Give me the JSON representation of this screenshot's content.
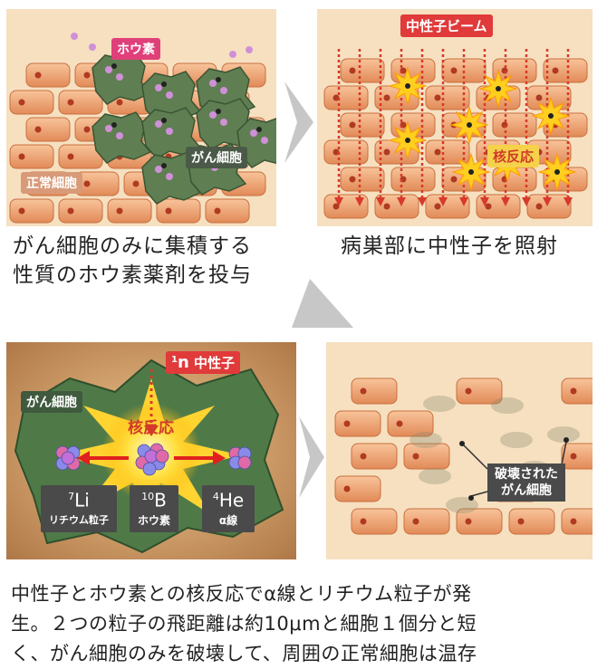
{
  "panel1": {
    "boron_label": "ホウ素",
    "cancer_label": "がん細胞",
    "normal_label": "正常細胞"
  },
  "panel2": {
    "beam_label": "中性子ビーム",
    "reaction_label": "核反応"
  },
  "panel3": {
    "neutron_label_sup": "1",
    "neutron_label_n": "n",
    "neutron_label_text": "中性子",
    "cancer_label": "がん細胞",
    "reaction_label": "核反応",
    "li_sup": "7",
    "li_symbol": "Li",
    "li_name": "リチウム粒子",
    "b_sup": "10",
    "b_symbol": "B",
    "b_name": "ホウ素",
    "he_sup": "4",
    "he_symbol": "He",
    "he_name": "α線"
  },
  "panel4": {
    "destroyed_line1": "破壊された",
    "destroyed_line2": "がん細胞"
  },
  "captions": {
    "step1_line1": "がん細胞のみに集積する",
    "step1_line2": "性質のホウ素薬剤を投与",
    "step2": "病巣部に中性子を照射",
    "step3_line1": "中性子とホウ素との核反応でα線とリチウム粒子が発",
    "step3_line2": "生。２つの粒子の飛距離は約10μmと細胞１個分と短",
    "step3_line3": "く、がん細胞のみを破壊して、周囲の正常細胞は温存"
  },
  "colors": {
    "panel_bg": "#f6e0c0",
    "cell": "#f0a878",
    "cancer": "#5f7f52",
    "label_red": "#e03a3a",
    "arrow_gray": "#bcbcbc"
  }
}
